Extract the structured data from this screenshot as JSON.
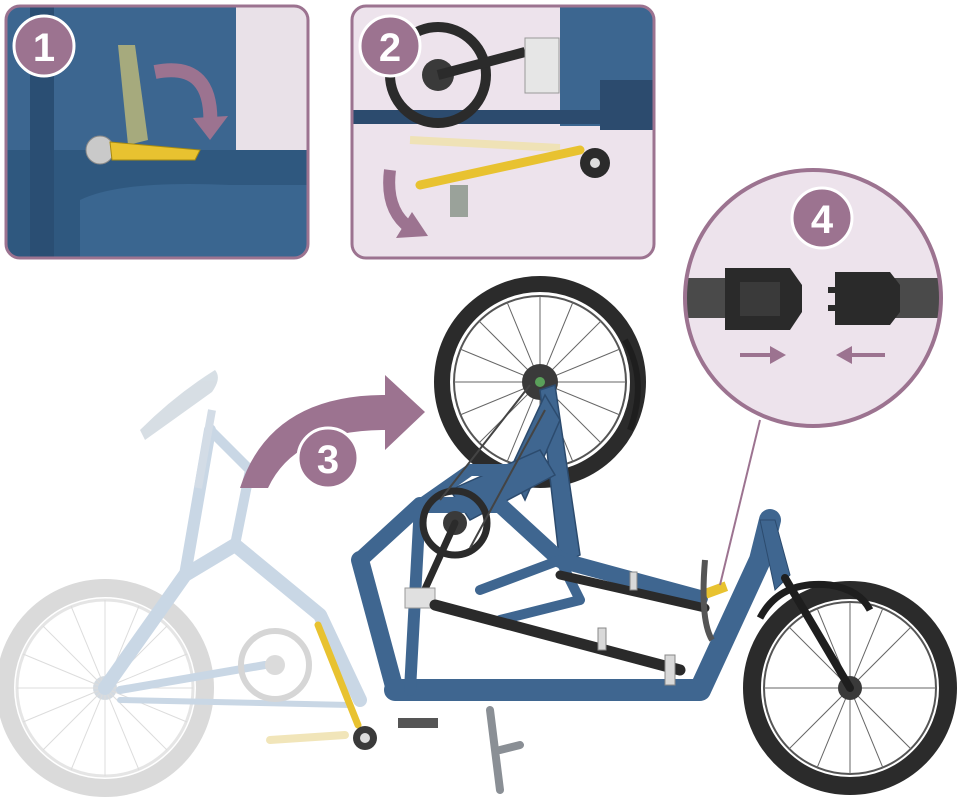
{
  "steps": [
    {
      "number": "1"
    },
    {
      "number": "2"
    },
    {
      "number": "3"
    },
    {
      "number": "4"
    }
  ],
  "colors": {
    "accent": "#9c7390",
    "frame": "#3f6690",
    "frame_dark": "#2c4b6e",
    "ghost_frame": "#c4d3e3",
    "lever_yellow": "#e8c230",
    "tire": "#2b2b2b",
    "panel_bg": "#ede3ec"
  }
}
